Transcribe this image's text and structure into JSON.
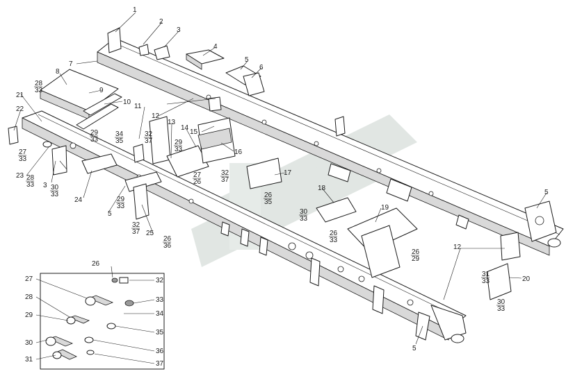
{
  "callouts": [
    {
      "id": "c1",
      "text": "1"
    },
    {
      "id": "c2",
      "text": "2"
    },
    {
      "id": "c3",
      "text": "3"
    },
    {
      "id": "c4",
      "text": "4"
    },
    {
      "id": "c5a",
      "text": "5"
    },
    {
      "id": "c6",
      "text": "6"
    },
    {
      "id": "c7",
      "text": "7"
    },
    {
      "id": "c8",
      "text": "8"
    },
    {
      "id": "c9",
      "text": "9"
    },
    {
      "id": "c10",
      "text": "10"
    },
    {
      "id": "c11",
      "text": "11"
    },
    {
      "id": "c12a",
      "text": "12"
    },
    {
      "id": "c13",
      "text": "13"
    },
    {
      "id": "c14",
      "text": "14"
    },
    {
      "id": "c15",
      "text": "15"
    },
    {
      "id": "c16",
      "text": "16"
    },
    {
      "id": "c17",
      "text": "17"
    },
    {
      "id": "c18",
      "text": "18"
    },
    {
      "id": "c19",
      "text": "19"
    },
    {
      "id": "c20",
      "text": "20"
    },
    {
      "id": "c21",
      "text": "21"
    },
    {
      "id": "c22",
      "text": "22"
    },
    {
      "id": "c23",
      "text": "23"
    },
    {
      "id": "c24",
      "text": "24"
    },
    {
      "id": "c25",
      "text": "25"
    },
    {
      "id": "c5b",
      "text": "5"
    },
    {
      "id": "c5c",
      "text": "5"
    },
    {
      "id": "c5d",
      "text": "5"
    },
    {
      "id": "c3b",
      "text": "3"
    },
    {
      "id": "c12b",
      "text": "12"
    },
    {
      "id": "s28_33a",
      "text": "28\n33"
    },
    {
      "id": "s27_33a",
      "text": "27\n33"
    },
    {
      "id": "s29_33a",
      "text": "29\n33"
    },
    {
      "id": "s34_35",
      "text": "34\n35"
    },
    {
      "id": "s32_37a",
      "text": "32\n37"
    },
    {
      "id": "s29_33b",
      "text": "29\n33"
    },
    {
      "id": "s27_26",
      "text": "27\n26"
    },
    {
      "id": "s32_37b",
      "text": "32\n37"
    },
    {
      "id": "s28_33b",
      "text": "28\n33"
    },
    {
      "id": "s30_33a",
      "text": "30\n33"
    },
    {
      "id": "s29_33c",
      "text": "29\n33"
    },
    {
      "id": "s32_37c",
      "text": "32\n37"
    },
    {
      "id": "s26_36",
      "text": "26\n36"
    },
    {
      "id": "s26_35",
      "text": "26\n35"
    },
    {
      "id": "s30_33b",
      "text": "30\n33"
    },
    {
      "id": "s26_33",
      "text": "26\n33"
    },
    {
      "id": "s26_29",
      "text": "26\n29"
    },
    {
      "id": "s31_33",
      "text": "31\n33"
    },
    {
      "id": "s30_33c",
      "text": "30\n33"
    }
  ],
  "fastener_legend": [
    {
      "id": "f26",
      "text": "26"
    },
    {
      "id": "f27",
      "text": "27"
    },
    {
      "id": "f28",
      "text": "28"
    },
    {
      "id": "f29",
      "text": "29"
    },
    {
      "id": "f30",
      "text": "30"
    },
    {
      "id": "f31",
      "text": "31"
    },
    {
      "id": "f32",
      "text": "32"
    },
    {
      "id": "f33",
      "text": "33"
    },
    {
      "id": "f34",
      "text": "34"
    },
    {
      "id": "f35",
      "text": "35"
    },
    {
      "id": "f36",
      "text": "36"
    },
    {
      "id": "f37",
      "text": "37"
    }
  ],
  "colors": {
    "ink": "#1a1a1a",
    "watermark": "#c9d3cd"
  }
}
